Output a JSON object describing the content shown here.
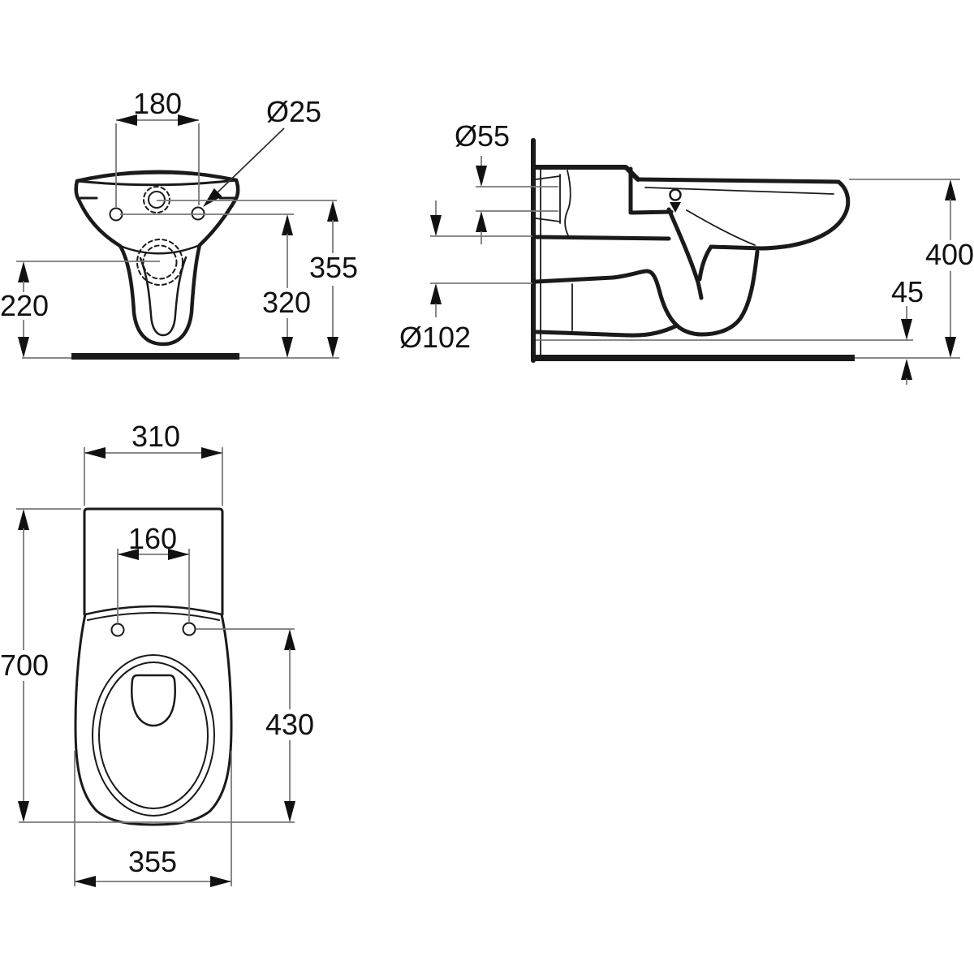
{
  "drawing": {
    "title": "wall-hung toilet dimensional drawing",
    "background_color": "#ffffff",
    "object_line_color": "#1a1a1a",
    "dimension_line_color": "#7a7a7a",
    "text_color": "#111111",
    "views": {
      "front": {
        "label": "front view",
        "dims": {
          "d180": "180",
          "d25": "Ø25",
          "d355": "355",
          "d320": "320",
          "d220": "220"
        }
      },
      "side": {
        "label": "side section view",
        "dims": {
          "d55": "Ø55",
          "d102": "Ø102",
          "d400": "400",
          "d45": "45"
        }
      },
      "plan": {
        "label": "top view",
        "dims": {
          "d310": "310",
          "d160": "160",
          "d700": "700",
          "d430": "430",
          "d355": "355"
        }
      }
    }
  }
}
